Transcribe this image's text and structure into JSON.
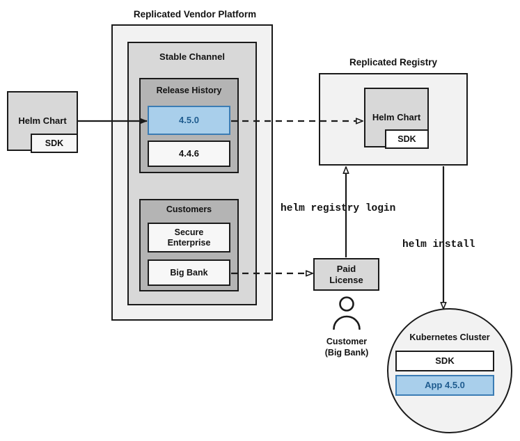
{
  "diagram": {
    "title_vendor_platform": "Replicated Vendor Platform",
    "title_registry": "Replicated Registry"
  },
  "vendor_platform": {
    "stable_channel": {
      "label": "Stable Channel",
      "release_history": {
        "label": "Release History",
        "releases": [
          {
            "version": "4.5.0",
            "highlighted": true
          },
          {
            "version": "4.4.6",
            "highlighted": false
          }
        ]
      },
      "customers": {
        "label": "Customers",
        "items": [
          {
            "name": "Secure Enterprise"
          },
          {
            "name": "Big Bank"
          }
        ]
      }
    }
  },
  "source_chart": {
    "label": "Helm Chart",
    "sdk_label": "SDK"
  },
  "registry": {
    "chart_label": "Helm Chart",
    "sdk_label": "SDK"
  },
  "license": {
    "label": "Paid License"
  },
  "customer_actor": {
    "line1": "Customer",
    "line2": "(Big Bank)",
    "icon": "person-icon"
  },
  "commands": {
    "registry_login": "helm registry login",
    "install": "helm install"
  },
  "cluster": {
    "label": "Kubernetes Cluster",
    "components": [
      {
        "name": "SDK",
        "highlighted": false
      },
      {
        "name": "App 4.5.0",
        "highlighted": true
      }
    ]
  },
  "colors": {
    "highlight_fill": "#a9cfeb",
    "highlight_border": "#3b7cb4",
    "highlight_text": "#1f5c8f",
    "gray_outer": "#f2f2f2",
    "gray_mid": "#d8d8d8",
    "gray_inner": "#b4b4b4",
    "white_fill": "#f7f7f7",
    "stroke": "#1a1a1a"
  }
}
